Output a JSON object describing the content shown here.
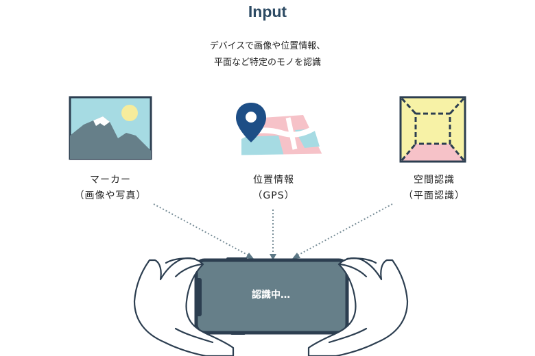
{
  "title": "Input",
  "description": {
    "line1": "デバイスで画像や位置情報、",
    "line2": "平面など特定のモノを認識"
  },
  "items": [
    {
      "icon": "image-icon",
      "name": "マーカー",
      "sub": "（画像や写真）"
    },
    {
      "icon": "map-pin-icon",
      "name": "位置情報",
      "sub": "（GPS）"
    },
    {
      "icon": "space-cube-icon",
      "name": "空間認識",
      "sub": "（平面認識）"
    }
  ],
  "phone": {
    "screen_text": "認識中…"
  },
  "colors": {
    "title": "#2c4a63",
    "image_sky": "#a6dbe3",
    "image_mountain": "#667f89",
    "sun": "#f6ec9c",
    "pin": "#1d4e86",
    "map_pink": "#f6c2c8",
    "map_blue": "#a6dbe3",
    "cube_yellow": "#f7f2a6",
    "cube_pink": "#f6c2c8",
    "phone_screen": "#667f89",
    "outline": "#2c3e50"
  }
}
